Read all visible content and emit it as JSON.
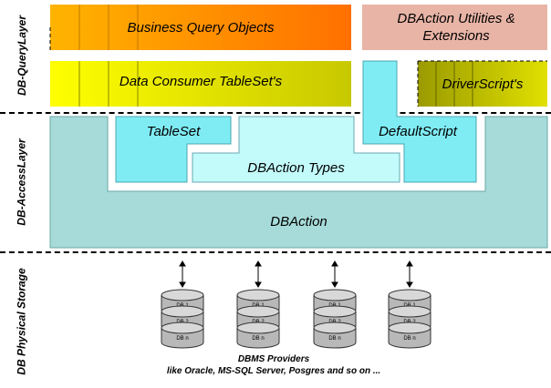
{
  "layers": {
    "query": "DB-QueryLayer",
    "access": "DB-AccessLayer",
    "storage": "DB Physical Storage"
  },
  "boxes": {
    "business_query_objects": "Business Query Objects",
    "dbaction_utilities": "DBAction Utilities & Extensions",
    "data_consumer_tablesets": "Data Consumer TableSet's",
    "driver_scripts": "DriverScript's",
    "tableset": "TableSet",
    "default_script": "DefaultScript",
    "dbaction_types": "DBAction Types",
    "dbaction": "DBAction"
  },
  "databases": [
    {
      "rows": [
        "DB 1",
        "DB 2",
        "DB n"
      ]
    },
    {
      "rows": [
        "DB 1",
        "DB 2",
        "DB n"
      ]
    },
    {
      "rows": [
        "DB 1",
        "DB 2",
        "DB n"
      ]
    },
    {
      "rows": [
        "DB 1",
        "DB 2",
        "DB n"
      ]
    }
  ],
  "providers": {
    "title": "DBMS Providers",
    "subtitle": "like Oracle, MS-SQL Server, Posgres and so on ..."
  },
  "colors": {
    "orange_start": "#ffae00",
    "orange_end": "#ff7a00",
    "salmon": "#e8b4a6",
    "yellow": "#ffff00",
    "olive_yellow": "#d4d400",
    "olive": "#a8a800",
    "cyan": "#7fecf4",
    "light_cyan": "#c3fafa",
    "teal": "#a6dbd9"
  }
}
